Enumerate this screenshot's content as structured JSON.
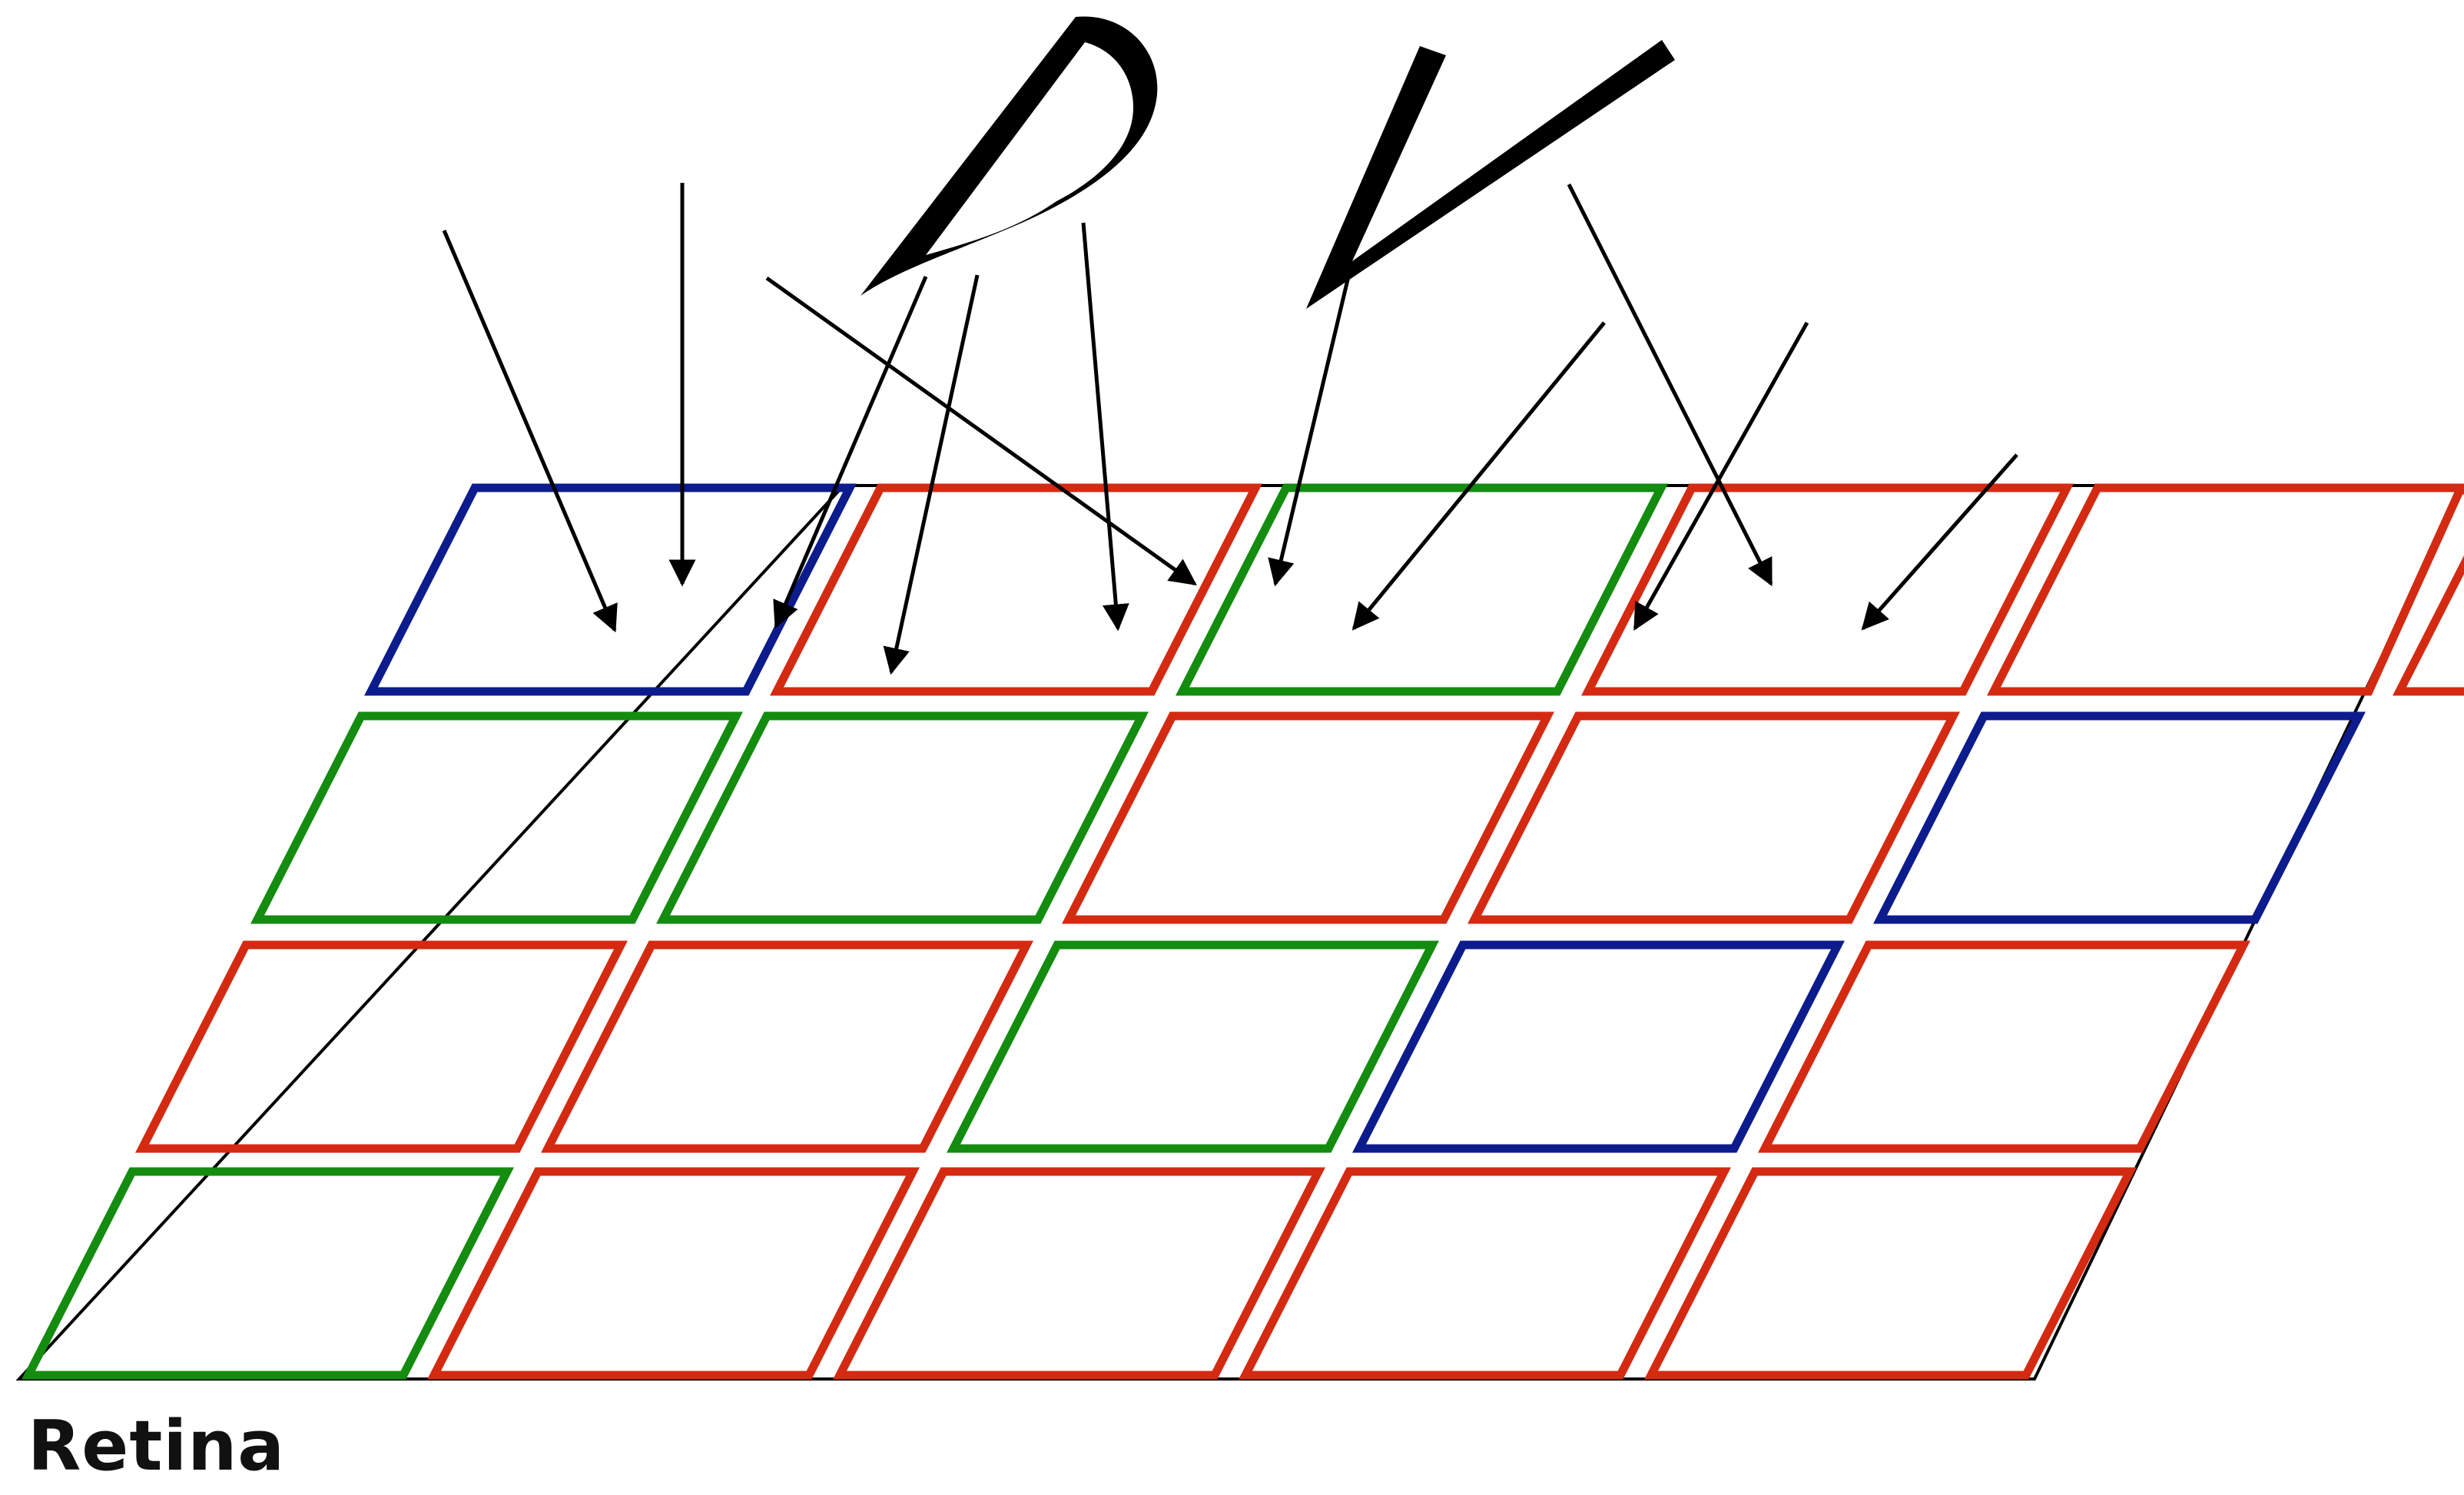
{
  "caption": "Retina",
  "colors": {
    "red": "#d42a12",
    "green": "#138c10",
    "blue": "#0c1c8c",
    "black": "#000000"
  },
  "retina": {
    "rows": 4,
    "cols": 6,
    "cells": [
      [
        "blue",
        "red",
        "green",
        "red",
        "red",
        "red"
      ],
      [
        "green",
        "green",
        "red",
        "red",
        "blue"
      ],
      [
        "red",
        "red",
        "green",
        "blue",
        "red"
      ],
      [
        "green",
        "red",
        "red",
        "red",
        "red"
      ]
    ]
  },
  "stimulus_shapes": [
    "letter-d-shape",
    "letter-v-shape"
  ],
  "light_rays": 11
}
